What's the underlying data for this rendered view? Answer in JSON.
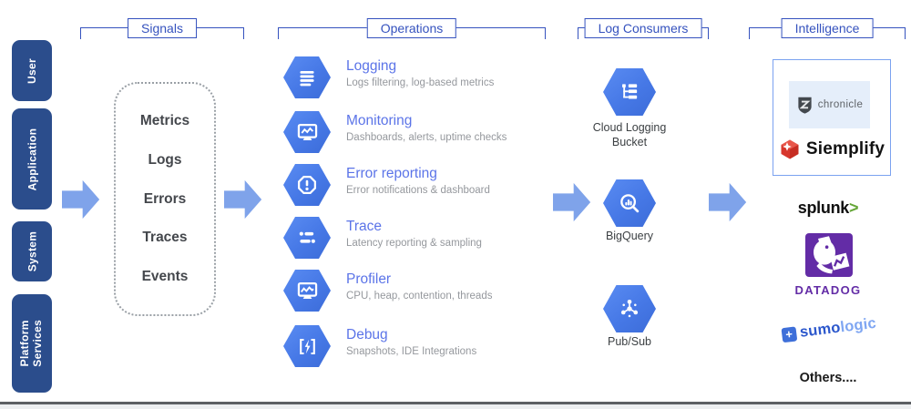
{
  "colors": {
    "navy": "#2B4D8C",
    "arrow_blue": "#7FA3EA",
    "hex_blue": "#4678E6",
    "accent_blue": "#3552BE",
    "title_blue": "#5B74E8",
    "desc_gray": "#95989D",
    "dark_gray": "#3C4043",
    "datadog_purple": "#632CA6",
    "splunk_green": "#65A637",
    "siemplify_red": "#D7372D"
  },
  "sources": {
    "items": [
      {
        "label": "User"
      },
      {
        "label": "Application"
      },
      {
        "label": "System"
      },
      {
        "label": "Platform Services"
      }
    ]
  },
  "signals": {
    "title": "Signals",
    "items": [
      "Metrics",
      "Logs",
      "Errors",
      "Traces",
      "Events"
    ]
  },
  "operations": {
    "title": "Operations",
    "items": [
      {
        "name": "Logging",
        "desc": "Logs filtering, log-based metrics"
      },
      {
        "name": "Monitoring",
        "desc": "Dashboards, alerts, uptime checks"
      },
      {
        "name": "Error reporting",
        "desc": "Error notifications & dashboard"
      },
      {
        "name": "Trace",
        "desc": "Latency reporting & sampling"
      },
      {
        "name": "Profiler",
        "desc": "CPU, heap, contention, threads"
      },
      {
        "name": "Debug",
        "desc": "Snapshots, IDE Integrations"
      }
    ]
  },
  "log_consumers": {
    "title": "Log Consumers",
    "items": [
      {
        "name": "Cloud Logging Bucket"
      },
      {
        "name": "BigQuery"
      },
      {
        "name": "Pub/Sub"
      }
    ]
  },
  "intelligence": {
    "title": "Intelligence",
    "chronicle_label": "chronicle",
    "siemplify_label": "Siemplify",
    "splunk_label": "splunk",
    "splunk_arrow": ">",
    "datadog_label": "DATADOG",
    "sumo_plus": "+",
    "sumo_dark": "sumo",
    "sumo_light": "logic",
    "others_label": "Others...."
  }
}
